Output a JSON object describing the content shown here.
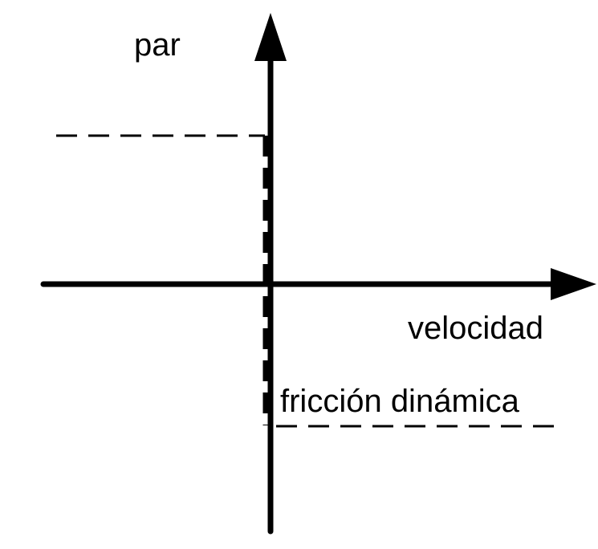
{
  "diagram": {
    "y_axis_label": "par",
    "x_axis_label": "velocidad",
    "annotation": "fricción dinámica"
  }
}
